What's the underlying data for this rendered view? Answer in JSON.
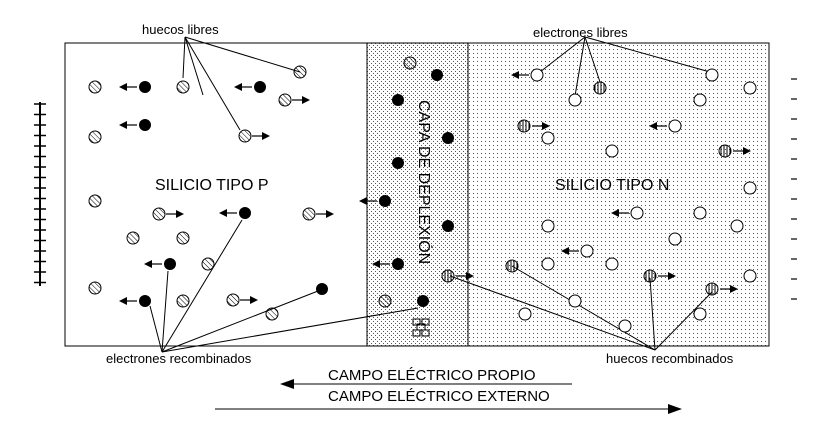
{
  "labels": {
    "huecos_libres": "huecos libres",
    "electrones_libres": "electrones libres",
    "silicio_p": "SILICIO TIPO P",
    "silicio_n": "SILICIO TIPO N",
    "capa": "CAPA DE DEPLEXIÓN",
    "electrones_recombinados": "electrones recombinados",
    "huecos_recombinados": "huecos recombinados",
    "campo_propio": "CAMPO ELÉCTRICO PROPIO",
    "campo_externo": "CAMPO ELÉCTRICO EXTERNO"
  },
  "terminals": {
    "positive": "+",
    "negative": "-"
  },
  "colors": {
    "ink": "#000000",
    "background": "#ffffff"
  }
}
